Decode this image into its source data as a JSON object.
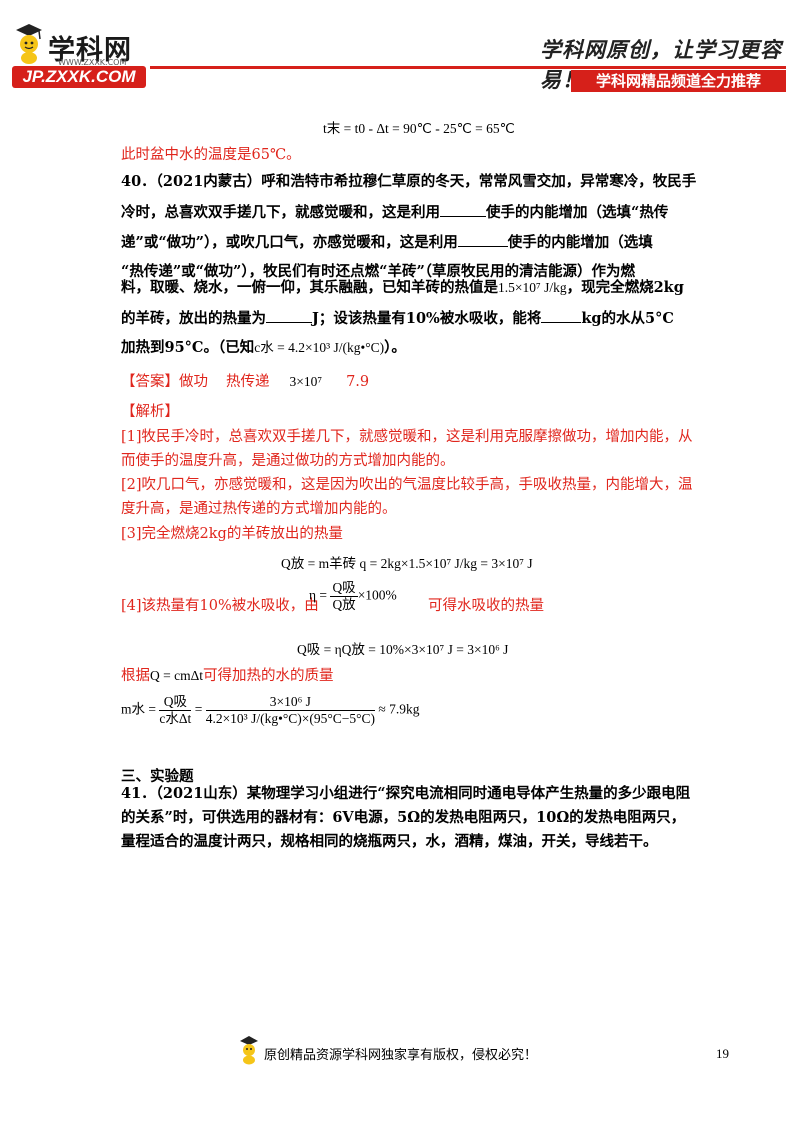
{
  "header": {
    "logo_text": "学科网",
    "logo_url": "WWW.ZXXK.COM",
    "site_badge": "JP.ZXXK.COM",
    "slogan": "学科网原创，让学习更容易！",
    "recommend_badge": "学科网精品频道全力推荐"
  },
  "content": {
    "top_formula": "t末 = t0 - Δt = 90℃ - 25℃ = 65℃",
    "top_conclusion": "此时盆中水的温度是65℃。",
    "q40": {
      "line1": "40．（2021内蒙古）呼和浩特市希拉穆仁草原的冬天，常常风雪交加，异常寒冷，牧民手",
      "line2a": "冷时，总喜欢双手搓几下，就感觉暖和，这是利用",
      "line2b": "使手的内能增加（选填“热传",
      "line3a": "递”或“做功”），或吹几口气，亦感觉暖和，这是利用",
      "line3b": "使手的内能增加（选填",
      "line4": "“热传递”或“做功”），牧民们有时还点燃“羊砖”（草原牧民用的清洁能源）作为燃",
      "line5a": "料，取暖、烧水，一俯一仰，其乐融融，已知羊砖的热值是",
      "line5_value": "1.5×10⁷ J/kg",
      "line5b": "，现完全燃烧2kg",
      "line6a": "的羊砖，放出的热量为",
      "line6b": "J；设该热量有10%被水吸收，能将",
      "line6c": "kg的水从5°C",
      "line7a": "加热到95°C。（已知",
      "line7_formula": "c水 = 4.2×10³ J/(kg•°C)",
      "line7b": "）。"
    },
    "answer": {
      "tag": "【答案】",
      "a1": "做功",
      "a2": "热传递",
      "a3": "3×10⁷",
      "a4": "7.9"
    },
    "analysis": {
      "tag": "【解析】",
      "p1a": "[1]牧民手冷时，总喜欢双手搓几下，就感觉暖和，这是利用克服摩擦做功，增加内能，从",
      "p1b": "而使手的温度升高，是通过做功的方式增加内能的。",
      "p2a": "[2]吹几口气，亦感觉暖和，这是因为吹出的气温度比较手高，手吸收热量，内能增大，温",
      "p2b": "度升高，是通过热传递的方式增加内能的。",
      "p3": "[3]完全燃烧2kg的羊砖放出的热量",
      "f3": "Q放 = m羊砖 q = 2kg×1.5×10⁷ J/kg = 3×10⁷ J",
      "p4a": "[4]该热量有10%被水吸收，由",
      "p4_eta": "η =",
      "p4_num": "Q吸",
      "p4_den": "Q放",
      "p4_pct": "×100%",
      "p4b": "可得水吸收的热量",
      "f4": "Q吸 = ηQ放 = 10%×3×10⁷ J = 3×10⁶ J",
      "p5a": "根据",
      "p5_formula": "Q = cmΔt",
      "p5b": "可得加热的水的质量",
      "f5_left": "m水 =",
      "f5_num1": "Q吸",
      "f5_den1": "c水Δt",
      "f5_eq": "=",
      "f5_num2": "3×10⁶ J",
      "f5_den2": "4.2×10³ J/(kg•°C)×(95°C−5°C)",
      "f5_result": "≈ 7.9kg"
    },
    "section3": "三、实验题",
    "q41": {
      "line1": "41．（2021山东）某物理学习小组进行“探究电流相同时通电导体产生热量的多少跟电阻",
      "line2": "的关系”时，可供选用的器材有：6V电源，5Ω的发热电阻两只，10Ω的发热电阻两只，",
      "line3": "量程适合的温度计两只，规格相同的烧瓶两只，水，酒精，煤油，开关，导线若干。"
    }
  },
  "footer": {
    "copyright": "原创精品资源学科网独家享有版权，侵权必究！",
    "page_number": "19"
  },
  "colors": {
    "brand_red": "#d6201a",
    "answer_red": "#e0261d"
  }
}
